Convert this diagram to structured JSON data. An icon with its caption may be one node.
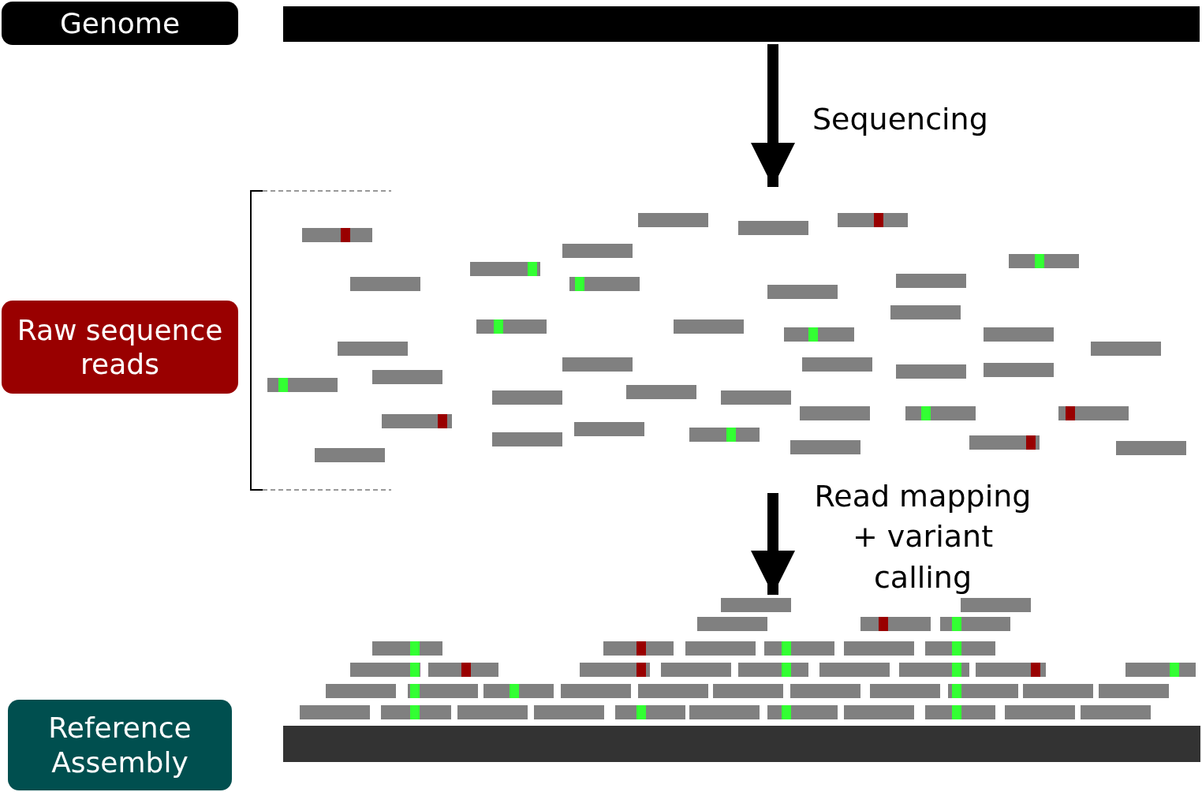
{
  "diagram": {
    "nodes": [
      {
        "text": [
          "Genome"
        ]
      },
      {
        "text": [],
        "shape": "bar"
      },
      {
        "text": [
          "Raw sequence reads"
        ]
      },
      {
        "text": [],
        "shape": "picture"
      },
      {
        "text": [
          "Reference Assembly"
        ]
      },
      {
        "text": [],
        "shape": "picture"
      },
      {
        "text": [],
        "shape": "bar"
      }
    ],
    "edges": [
      {
        "from": 1,
        "to": 3,
        "arrow": "to",
        "label": "Sequencing"
      },
      {
        "from": 3,
        "to": 5,
        "arrow": "to",
        "label": "Read mapping + variant calling"
      }
    ]
  }
}
